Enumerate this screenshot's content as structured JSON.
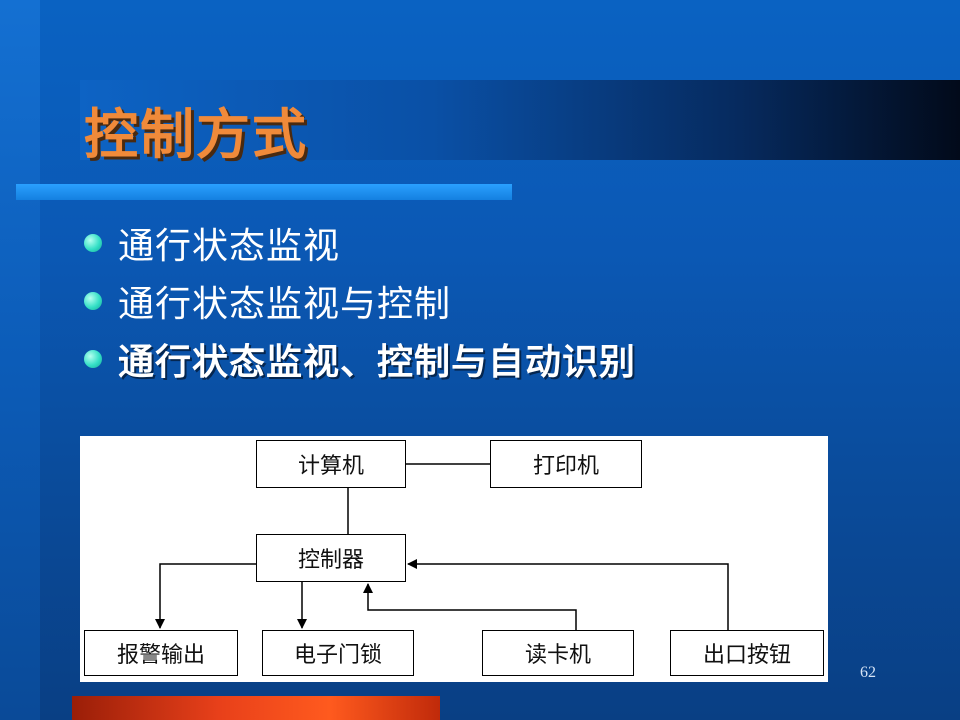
{
  "slide": {
    "title": "控制方式",
    "page_number": "62"
  },
  "bullets": [
    {
      "text": "通行状态监视",
      "bold": false
    },
    {
      "text": "通行状态监视与控制",
      "bold": false
    },
    {
      "text": "通行状态监视、控制与自动识别",
      "bold": true
    }
  ],
  "diagram": {
    "computer": "计算机",
    "printer": "打印机",
    "controller": "控制器",
    "alarm_output": "报警输出",
    "electronic_lock": "电子门锁",
    "card_reader": "读卡机",
    "exit_button": "出口按钮"
  },
  "colors": {
    "title": "#f08a3a",
    "bullet": "#34e0c6",
    "accent_bar": "#2aa0ff",
    "bottom_bar": "#e8401a"
  }
}
